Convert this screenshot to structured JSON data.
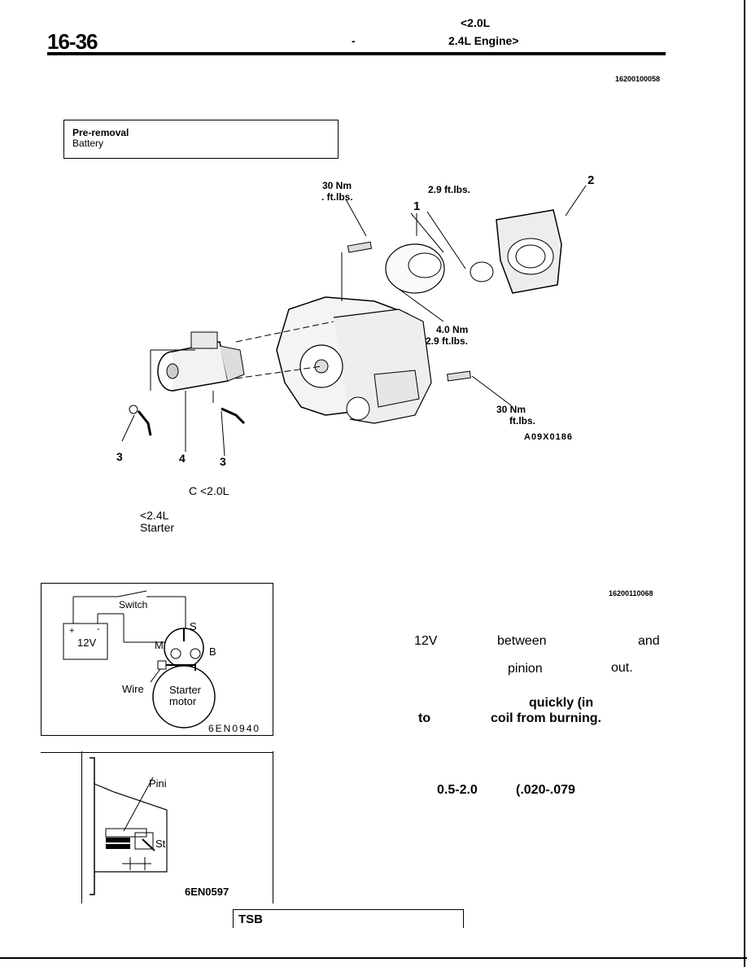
{
  "header": {
    "page_number": "16-36",
    "engine_line1": "<2.0L",
    "engine_dash": "-",
    "engine_line2": "2.4L Engine>"
  },
  "section_codes": {
    "removal_code": "16200100058",
    "inspection_code": "16200110068"
  },
  "pre_removal": {
    "title": "Pre-removal",
    "item": "Battery"
  },
  "diagram": {
    "torque_top_left_nm": "30 Nm",
    "torque_top_left_ftlbs": ". ft.lbs.",
    "torque_top_right": "2.9 ft.lbs.",
    "torque_mid_nm": "4.0 Nm",
    "torque_mid_ftlbs": "2.9 ft.lbs.",
    "torque_bottom_nm": "30 Nm",
    "torque_bottom_ftlbs": "ft.lbs.",
    "callout_1": "1",
    "callout_2": "2",
    "callout_3a": "3",
    "callout_4": "4",
    "callout_3b": "3",
    "figure_code": "A09X0186"
  },
  "captions": {
    "line1": "C <2.0L",
    "line2": "<2.4L",
    "line3": "Starter"
  },
  "circuit_figure": {
    "switch_label": "Switch",
    "battery_plus": "+",
    "battery_minus": "-",
    "battery_label": "12V",
    "terminal_s": "S",
    "terminal_m": "M",
    "terminal_b": "B",
    "wire_label": "Wire",
    "motor_label_1": "Starter",
    "motor_label_2": "motor",
    "figure_code": "6EN0940"
  },
  "pinion_figure": {
    "pinion_label": "Pini",
    "stopper_label": "St",
    "figure_code": "6EN0597"
  },
  "body": {
    "v12": "12V",
    "between": "between",
    "and": "and",
    "pinion": "pinion",
    "out": "out.",
    "quickly": "quickly (in",
    "to": "to",
    "coil_burning": "coil from burning.",
    "spec_mm": "0.5-2.0",
    "spec_in": "(.020-.079"
  },
  "footer": {
    "tsb_label": "TSB"
  }
}
